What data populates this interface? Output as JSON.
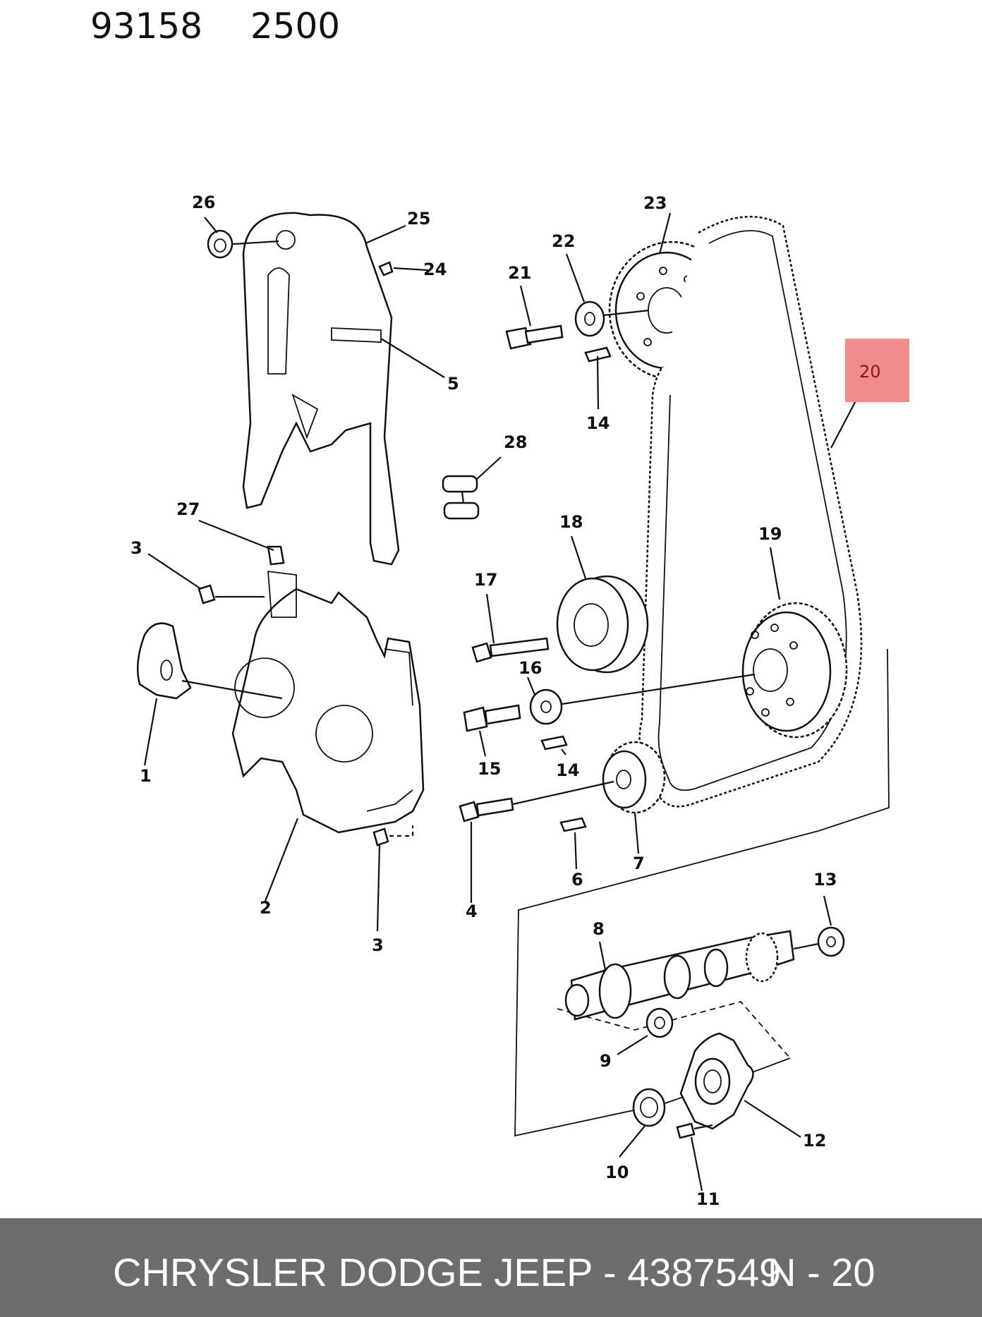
{
  "header": {
    "code": "93158  2500"
  },
  "diagram": {
    "callouts": [
      "1",
      "2",
      "3",
      "3",
      "4",
      "5",
      "6",
      "7",
      "8",
      "9",
      "10",
      "11",
      "12",
      "13",
      "14",
      "14",
      "15",
      "16",
      "17",
      "18",
      "19",
      "20",
      "21",
      "22",
      "23",
      "24",
      "25",
      "26",
      "27",
      "28"
    ],
    "highlighted_callout": "20",
    "highlight_color": "#f28b8b"
  },
  "footer": {
    "brand_part": "CHRYSLER DODGE JEEP - 4387549",
    "page_ref": "N - 20",
    "background": "#6c6c6c"
  }
}
